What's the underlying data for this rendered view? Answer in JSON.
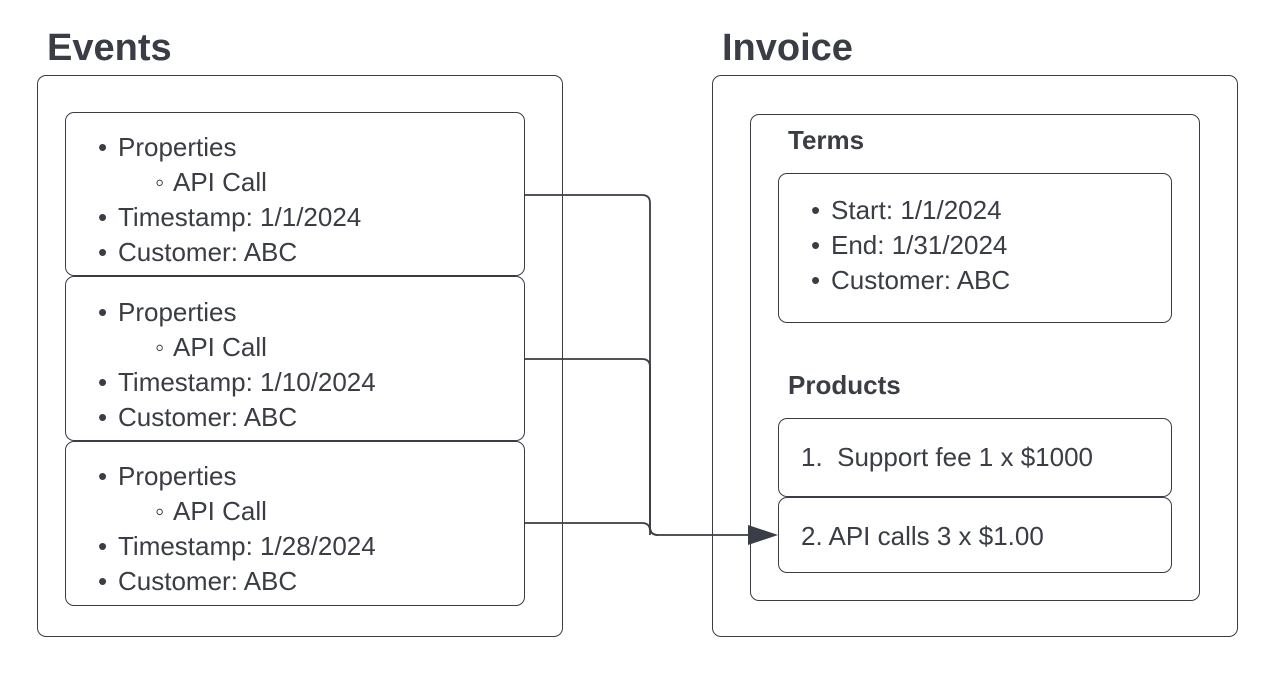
{
  "events": {
    "title": "Events",
    "items": [
      {
        "property_label": "Properties",
        "property_value": "API Call",
        "timestamp": "Timestamp: 1/1/2024",
        "customer": "Customer: ABC"
      },
      {
        "property_label": "Properties",
        "property_value": "API Call",
        "timestamp": "Timestamp: 1/10/2024",
        "customer": "Customer: ABC"
      },
      {
        "property_label": "Properties",
        "property_value": "API Call",
        "timestamp": "Timestamp: 1/28/2024",
        "customer": "Customer: ABC"
      }
    ]
  },
  "invoice": {
    "title": "Invoice",
    "terms": {
      "heading": "Terms",
      "items": [
        "Start: 1/1/2024",
        "End: 1/31/2024",
        "Customer: ABC"
      ]
    },
    "products": {
      "heading": "Products",
      "items": [
        "1.  Support fee 1 x $1000",
        "2. API calls 3 x $1.00"
      ]
    }
  },
  "glyphs": {
    "bullet": "•",
    "sub_bullet": "◦"
  },
  "colors": {
    "stroke": "#3a3d46",
    "text": "#3a3d46",
    "background": "#ffffff"
  }
}
